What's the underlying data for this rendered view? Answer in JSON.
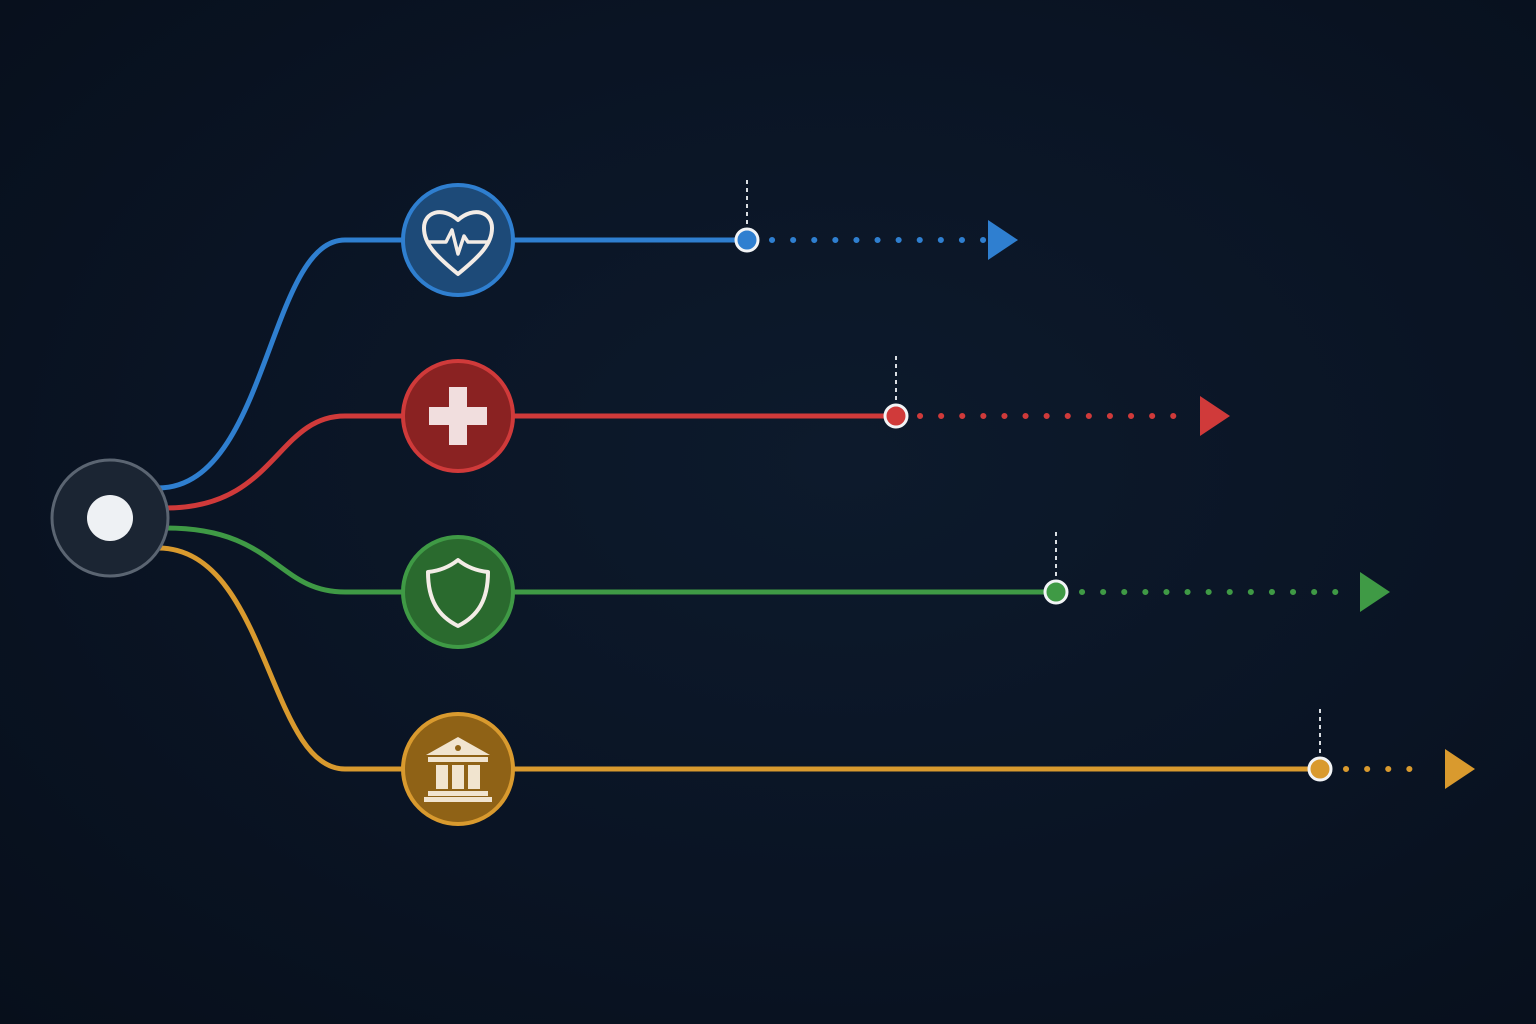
{
  "background_color": "#0a1424",
  "origin": {
    "icon": "origin-node-icon",
    "ring_color": "#5b6572",
    "fill_color": "#1b2533",
    "dot_color": "#eef1f4"
  },
  "branches": [
    {
      "id": "health",
      "icon": "heart-pulse-icon",
      "color": "#2f7fd0",
      "fill": "#1d4a78"
    },
    {
      "id": "medical",
      "icon": "medical-cross-icon",
      "color": "#d03a3a",
      "fill": "#8a2222"
    },
    {
      "id": "security",
      "icon": "shield-icon",
      "color": "#3f9a45",
      "fill": "#2a6a2e"
    },
    {
      "id": "institution",
      "icon": "bank-building-icon",
      "color": "#d99a2e",
      "fill": "#8f6216"
    }
  ]
}
